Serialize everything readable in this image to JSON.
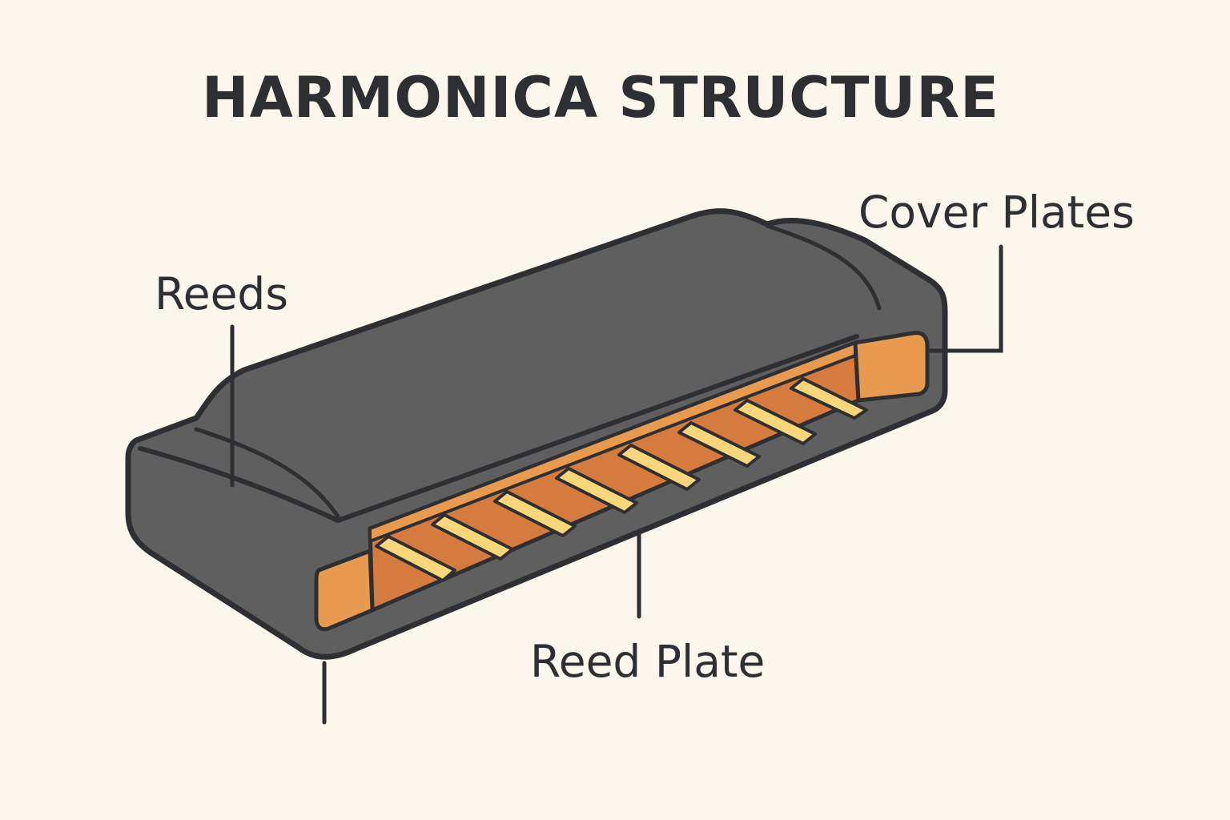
{
  "title": "HARMONICA STRUCTURE",
  "labels": {
    "reeds": "Reeds",
    "cover_plates": "Cover Plates",
    "reed_plate": "Reed Plate"
  },
  "colors": {
    "background": "#fcf6ec",
    "ink": "#2d2f33",
    "cover": "#5f5f60",
    "comb_front": "#e89a4e",
    "chamber": "#d57b3e",
    "reed": "#f8d679"
  }
}
